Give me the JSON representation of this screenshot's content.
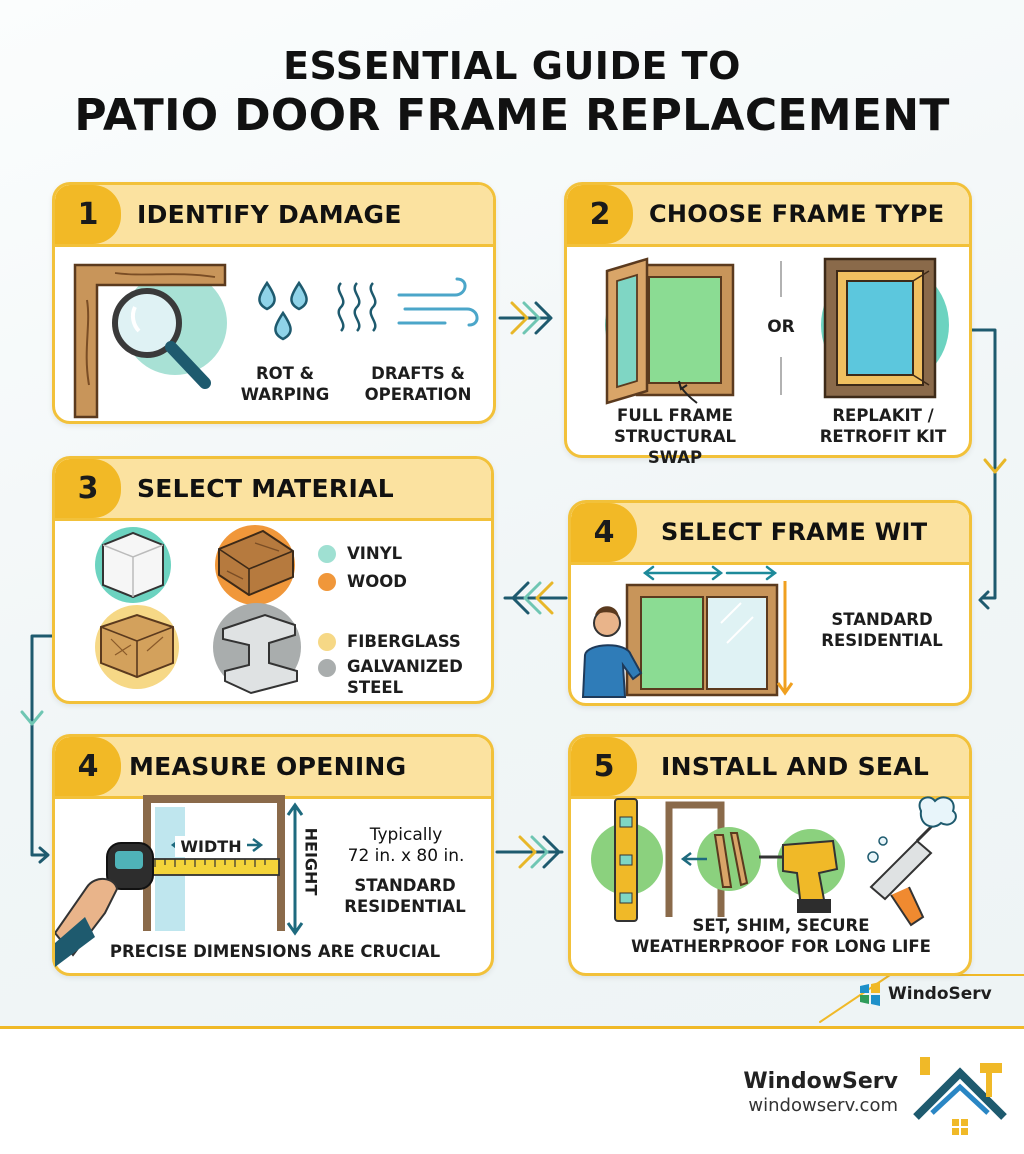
{
  "title": {
    "line1": "ESSENTIAL GUIDE TO",
    "line2": "PATIO DOOR FRAME REPLACEMENT"
  },
  "steps": [
    {
      "number": "1",
      "heading": "IDENTIFY DAMAGE",
      "labels": [
        "ROT &\nWARPING",
        "DRAFTS &\nOPERATION"
      ]
    },
    {
      "number": "2",
      "heading": "CHOOSE FRAME TYPE",
      "or": "OR",
      "labels": [
        "FULL FRAME\nSTRUCTURAL SWAP",
        "REPLAKIT /\nRETROFIT KIT"
      ]
    },
    {
      "number": "3",
      "heading": "SELECT MATERIAL",
      "materials": [
        {
          "name": "VINYL",
          "color": "#9fe0d2"
        },
        {
          "name": "WOOD",
          "color": "#f0973a"
        },
        {
          "name": "FIBERGLASS",
          "color": "#f6d886"
        },
        {
          "name": "GALVANIZED\nSTEEL",
          "color": "#a9adad"
        }
      ]
    },
    {
      "number": "4",
      "heading": "SELECT FRAME WIT",
      "labels": [
        "STANDARD\nRESIDENTIAL"
      ]
    },
    {
      "number": "4",
      "heading": "MEASURE OPENING",
      "width_label": "WIDTH",
      "height_label": "HEIGHT",
      "typical": "Typically\n72 in. x 80 in.",
      "standard": "STANDARD\nRESIDENTIAL",
      "note": "PRECISE DIMENSIONS ARE CRUCIAL"
    },
    {
      "number": "5",
      "heading": "INSTALL AND SEAL",
      "labels": [
        "SET, SHIM, SECURE\nWEATHERPROOF FOR LONG LIFE"
      ]
    }
  ],
  "small_brand": "WindoServ",
  "footer": {
    "name": "WindowServ",
    "url": "windowserv.com"
  },
  "colors": {
    "accent": "#f2c13a",
    "header_fill": "#fbe2a0",
    "arrow": "#1e5a6e",
    "teal": "#9fe0d2"
  },
  "icons": [
    "magnifier-icon",
    "water-drops-icon",
    "heat-waves-icon",
    "wind-icon",
    "tape-measure-icon",
    "level-icon",
    "drill-icon",
    "caulk-gun-icon",
    "house-logo-icon",
    "window-logo-icon"
  ]
}
